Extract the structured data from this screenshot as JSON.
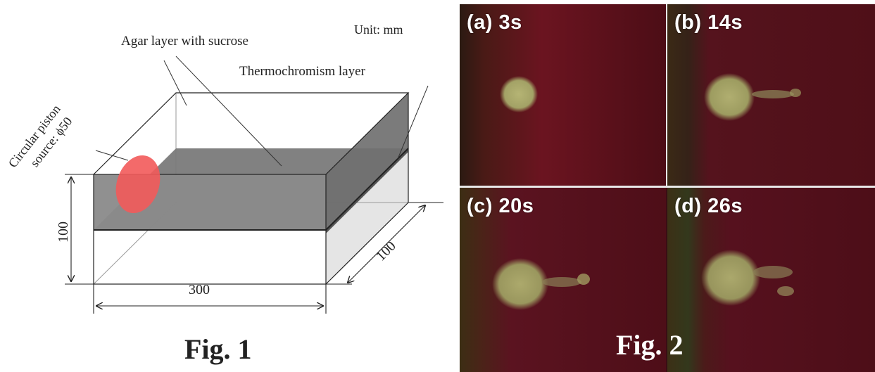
{
  "figure1": {
    "caption": "Fig. 1",
    "unit_label": "Unit: mm",
    "agar_label": "Agar layer with sucrose",
    "thermo_label": "Thermochromism layer",
    "source_label_line1": "Circular piston",
    "source_label_line2": "source: ϕ50",
    "dim_height": "100",
    "dim_length": "300",
    "dim_depth": "100",
    "colors": {
      "thermo_layer": "#6e6e6e",
      "source_disc": "#f25a5a",
      "right_face": "#d9d9d9"
    }
  },
  "figure2": {
    "caption": "Fig. 2",
    "panels": [
      {
        "label": "(a) 3s"
      },
      {
        "label": "(b) 14s"
      },
      {
        "label": "(c) 20s"
      },
      {
        "label": "(d) 26s"
      }
    ],
    "colors": {
      "background": "#5a0f1a",
      "spot": "#a9a86a",
      "divider": "#e8e8e8"
    }
  }
}
